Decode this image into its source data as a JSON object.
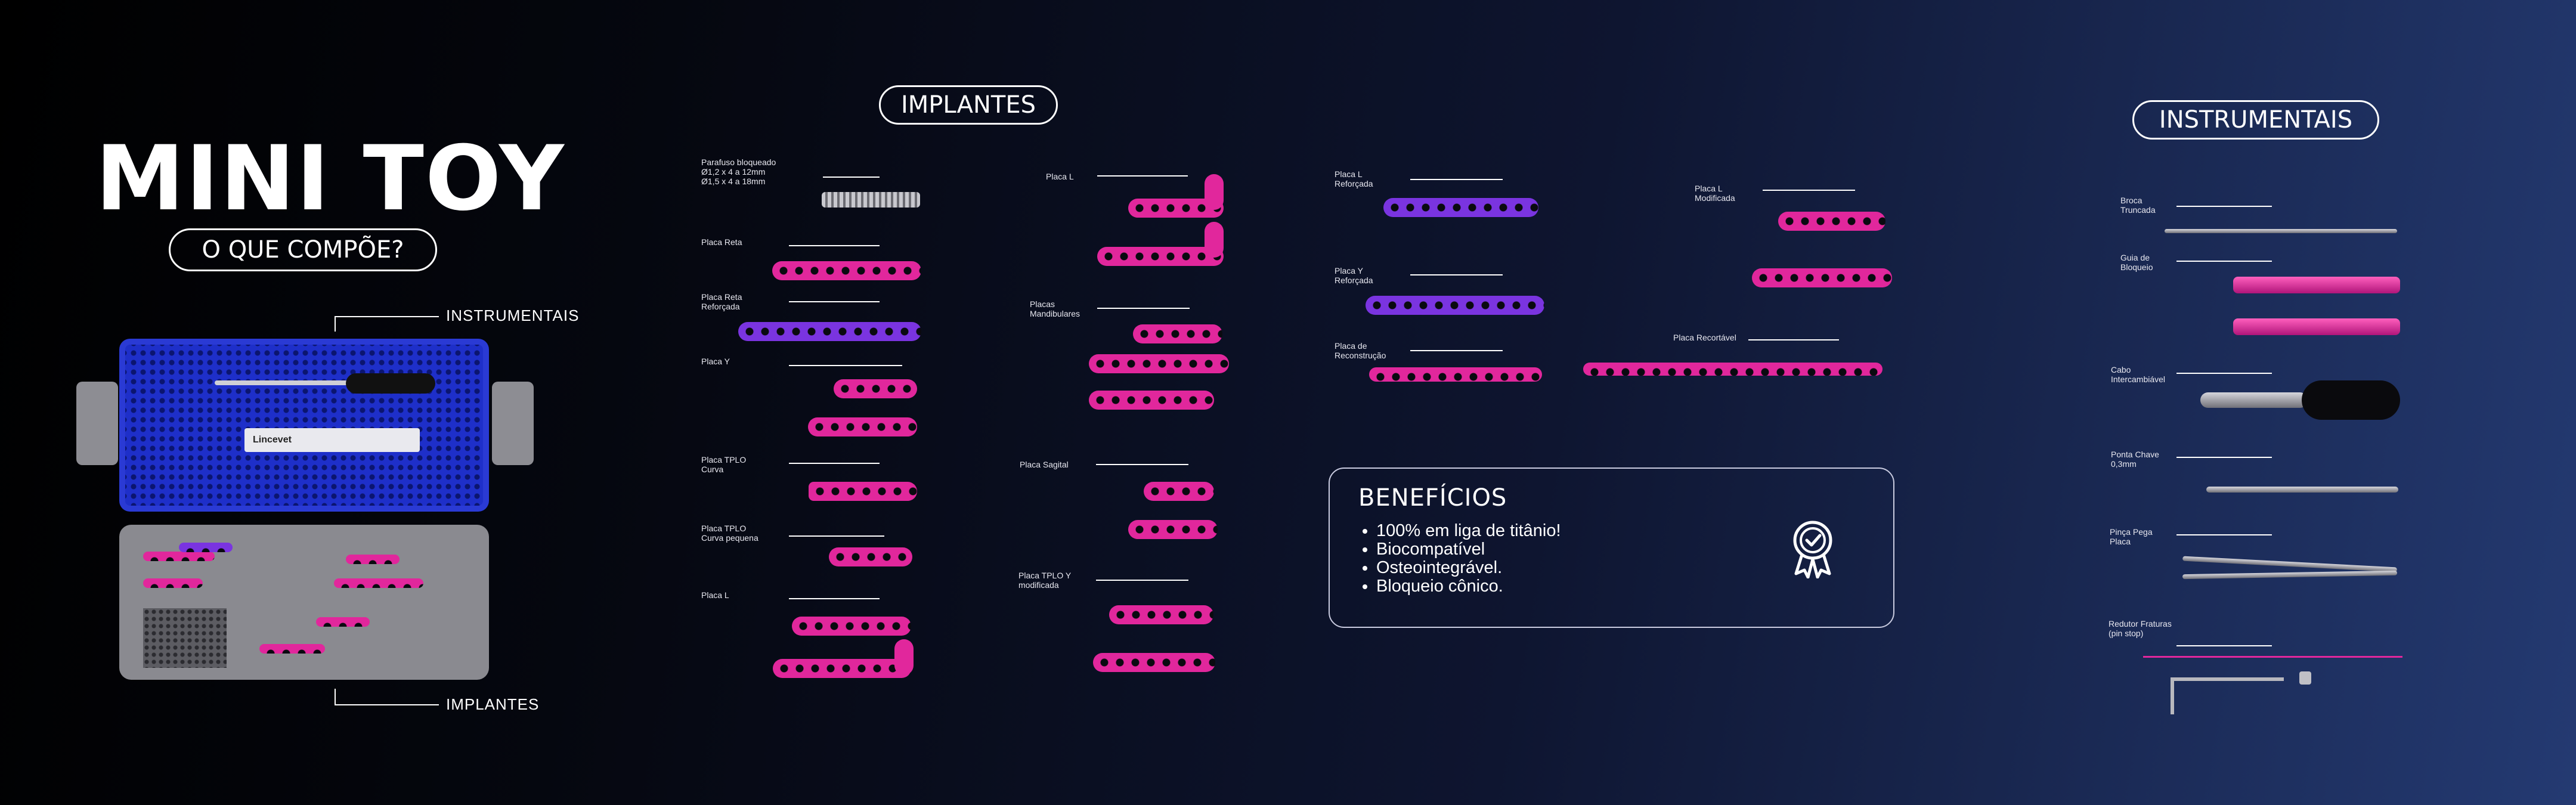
{
  "title": "MINI TOY",
  "subtitle": "O QUE COMPÕE?",
  "callouts": {
    "instrumentais": "INSTRUMENTAIS",
    "implantes": "IMPLANTES"
  },
  "case_label": "Lincevet",
  "sections": {
    "implantes": "IMPLANTES",
    "instrumentais": "INSTRUMENTAIS"
  },
  "implants_col1": {
    "parafuso": [
      "Parafuso bloqueado",
      "Ø1,2 x 4 a 12mm",
      "Ø1,5 x 4 a 18mm"
    ],
    "placa_reta": "Placa Reta",
    "placa_reta_reforcada": [
      "Placa Reta",
      "Reforçada"
    ],
    "placa_y": "Placa Y",
    "placa_tplo_curva": [
      "Placa TPLO",
      "Curva"
    ],
    "placa_tplo_curva_pequena": [
      "Placa TPLO",
      "Curva pequena"
    ],
    "placa_l": "Placa L"
  },
  "implants_col2": {
    "placa_l": "Placa L",
    "placas_mandibulares": [
      "Placas",
      "Mandibulares"
    ],
    "placa_sagital": "Placa Sagital",
    "placa_tplo_y": [
      "Placa TPLO Y",
      "modificada"
    ]
  },
  "implants_col3": {
    "placa_l_reforcada": [
      "Placa L",
      "Reforçada"
    ],
    "placa_y_reforcada": [
      "Placa Y",
      "Reforçada"
    ],
    "placa_reconstrucao": [
      "Placa de",
      "Reconstrução"
    ],
    "placa_l_modificada": [
      "Placa L",
      "Modificada"
    ],
    "placa_recortavel": "Placa Recortável"
  },
  "benefits": {
    "title": "BENEFÍCIOS",
    "items": [
      "100% em liga de titânio!",
      "Biocompatível",
      "Osteointegrável.",
      "Bloqueio cônico."
    ],
    "icon": "award-ribbon-icon"
  },
  "instruments": {
    "broca": [
      "Broca",
      "Truncada"
    ],
    "guia": [
      "Guia de",
      "Bloqueio"
    ],
    "cabo": [
      "Cabo",
      "Intercambiável"
    ],
    "ponta": [
      "Ponta Chave",
      "0,3mm"
    ],
    "pinca": [
      "Pinça Pega",
      "Placa"
    ],
    "redutor": [
      "Redutor Fraturas",
      "(pin stop)"
    ]
  },
  "colors": {
    "pink": "#e1279c",
    "purple": "#7a34e0",
    "case_blue": "#1e2fc9"
  }
}
